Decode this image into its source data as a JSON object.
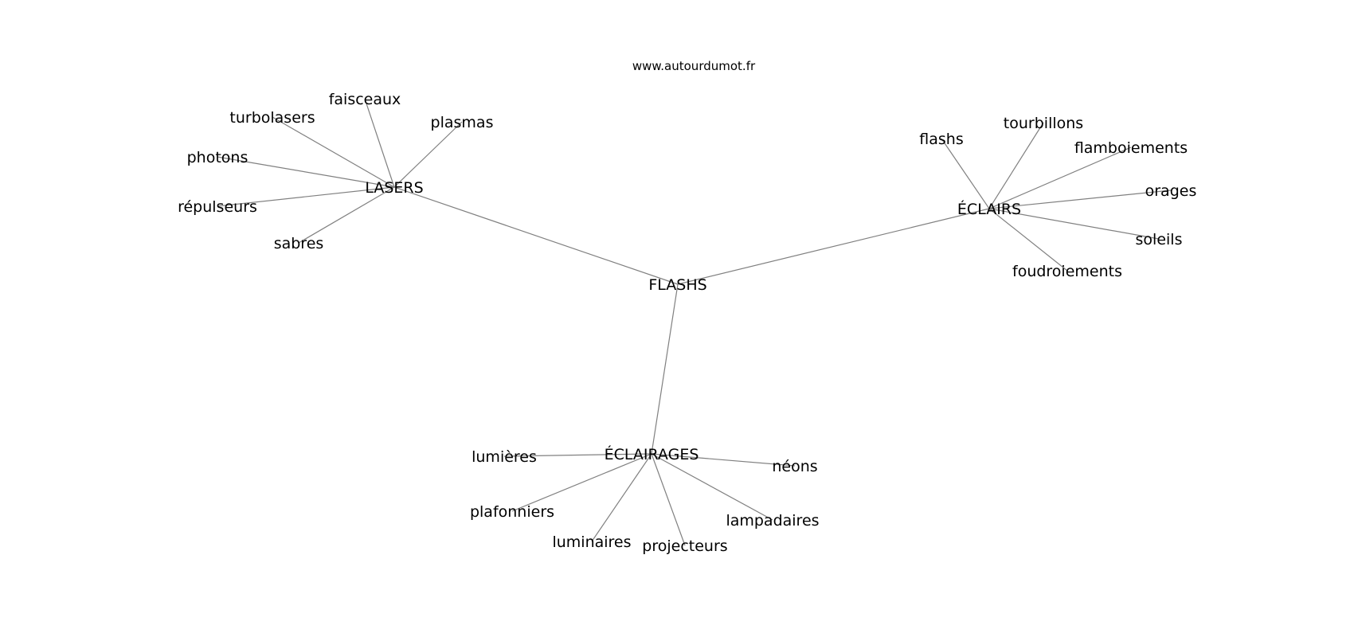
{
  "watermark": "www.autourdumot.fr",
  "center": "FLASHS",
  "clusters": [
    {
      "hub": "LASERS",
      "words": [
        "faisceaux",
        "plasmas",
        "turbolasers",
        "photons",
        "répulseurs",
        "sabres"
      ]
    },
    {
      "hub": "ÉCLAIRS",
      "words": [
        "flashs",
        "tourbillons",
        "flamboiements",
        "orages",
        "soleils",
        "foudroiements"
      ]
    },
    {
      "hub": "ÉCLAIRAGES",
      "words": [
        "lumières",
        "néons",
        "plafonniers",
        "lampadaires",
        "luminaires",
        "projecteurs"
      ]
    }
  ]
}
